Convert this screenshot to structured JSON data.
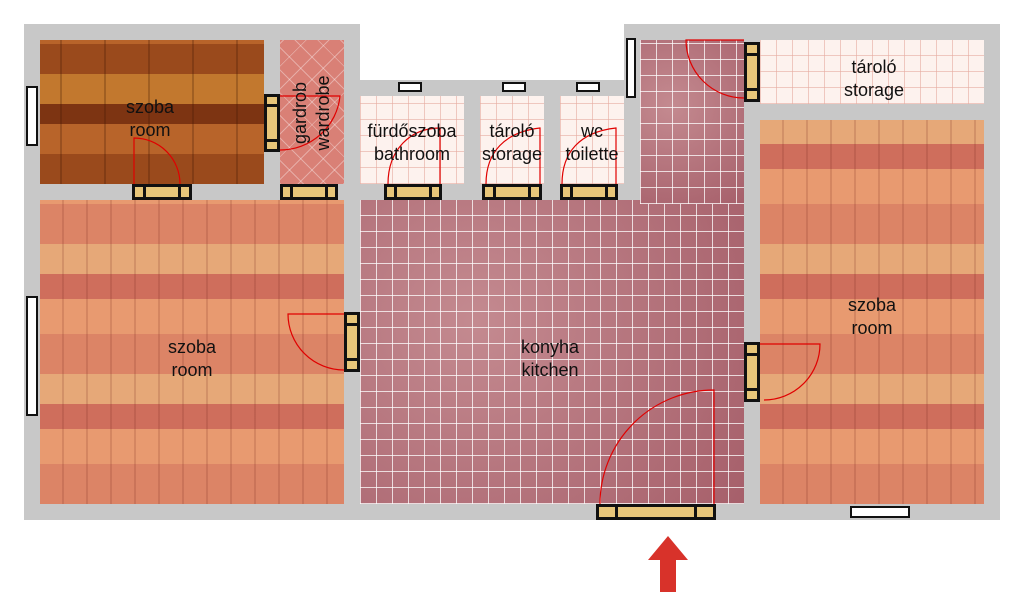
{
  "rooms": {
    "room_top_left": {
      "hu": "szoba",
      "en": "room"
    },
    "wardrobe": {
      "hu": "gardrob",
      "en": "wardrobe"
    },
    "bathroom": {
      "hu": "fürdőszoba",
      "en": "bathroom"
    },
    "storage_mid": {
      "hu": "tároló",
      "en": "storage"
    },
    "toilet": {
      "hu": "wc",
      "en": "toilette"
    },
    "storage_right": {
      "hu": "tároló",
      "en": "storage"
    },
    "room_left": {
      "hu": "szoba",
      "en": "room"
    },
    "kitchen": {
      "hu": "konyha",
      "en": "kitchen"
    },
    "room_right": {
      "hu": "szoba",
      "en": "room"
    }
  },
  "colors": {
    "wall": "#c8c8c8",
    "door": "#e8c67a",
    "arc": "#e00000",
    "arrow": "#d8322a"
  },
  "entrance_icon": "arrow-up-icon"
}
